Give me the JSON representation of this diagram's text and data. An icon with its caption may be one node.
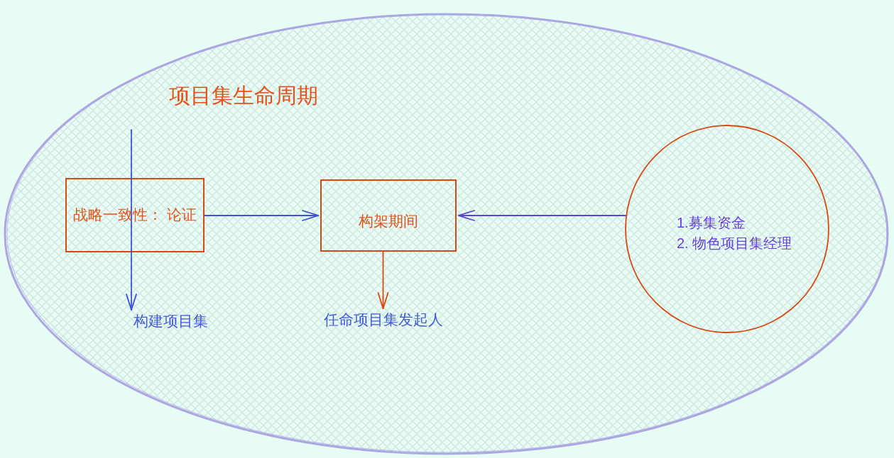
{
  "diagram": {
    "nodes": [
      {
        "text": [
          "项目集生命周期"
        ]
      },
      {
        "text": [
          "战略一致性： 论证"
        ],
        "in": 0
      },
      {
        "text": [
          "构架期间"
        ],
        "in": 0
      },
      {
        "text": [
          "1.募集资金",
          "2. 物色项目集经理"
        ],
        "in": 0
      },
      {
        "text": [
          "构建项目集"
        ],
        "in": 0
      },
      {
        "text": [
          "任命项目集发起人"
        ],
        "in": 0
      }
    ],
    "edges": [
      {
        "from": null,
        "to": 4,
        "arrow": "to"
      },
      {
        "from": 1,
        "to": 2,
        "arrow": "to"
      },
      {
        "from": 3,
        "to": 2,
        "arrow": "to",
        "color": "#5a45d3"
      },
      {
        "from": 2,
        "to": 5,
        "arrow": "to",
        "color": "#d9480f"
      }
    ]
  }
}
